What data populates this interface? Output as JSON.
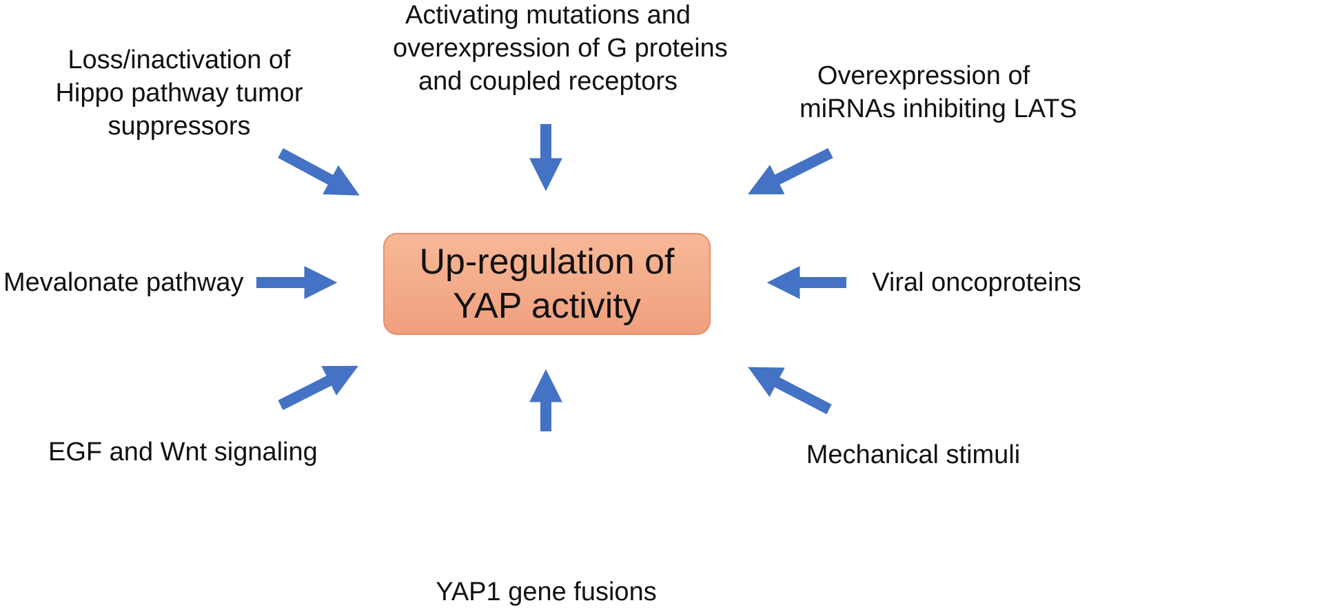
{
  "center": {
    "lines": [
      "Up-regulation of",
      "YAP activity"
    ]
  },
  "inputs": {
    "hippo": [
      "Loss/inactivation of",
      "Hippo pathway tumor",
      "suppressors"
    ],
    "gproteins": [
      "Activating mutations and",
      "overexpression of G proteins",
      "and coupled receptors"
    ],
    "mirna": [
      "Overexpression of",
      "miRNAs inhibiting LATS"
    ],
    "mevalonate": [
      "Mevalonate pathway"
    ],
    "viral": [
      "Viral oncoproteins"
    ],
    "egf": [
      "EGF and Wnt signaling"
    ],
    "yap1": [
      "YAP1 gene fusions"
    ],
    "mechanical": [
      "Mechanical stimuli"
    ]
  },
  "colors": {
    "arrow": "#4472c4",
    "box_fill": "#f4a987",
    "box_border": "#e88e6b"
  }
}
